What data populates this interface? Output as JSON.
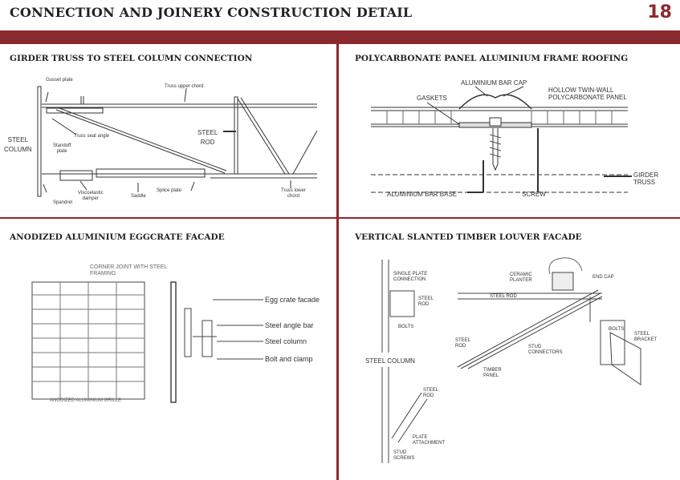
{
  "page": {
    "title": "CONNECTION AND JOINERY CONSTRUCTION DETAIL",
    "number": "18",
    "accent": "#8b2a2e"
  },
  "sections": {
    "girder": {
      "title": "GIRDER TRUSS TO STEEL COLUMN CONNECTION",
      "labels": {
        "gusset": "Gusset plate",
        "upper_chord": "Truss upper chord",
        "steel_column": "STEEL\nCOLUMN",
        "seat_angle": "Truss seat angle",
        "standoff": "Standoff\nplate",
        "steel_rod": "STEEL\nROD",
        "damper": "Viscoelastic\ndamper",
        "saddle": "Saddle",
        "splice": "Splice plate",
        "lower_chord": "Truss lower\nchord",
        "spandrel": "Spandrel"
      }
    },
    "polycarbonate": {
      "title": "POLYCARBONATE PANEL ALUMINIUM FRAME ROOFING",
      "labels": {
        "bar_cap": "ALUMINIUM BAR CAP",
        "gaskets": "GASKETS",
        "hollow_panel": "HOLLOW TWIN-WALL\nPOLYCARBONATE PANEL",
        "girder_truss": "GIRDER\nTRUSS",
        "bar_base": "ALUMINIUM BAR BASE",
        "screw": "SCREW"
      }
    },
    "eggcrate": {
      "title": "ANODIZED ALUMINIUM EGGCRATE FACADE",
      "labels": {
        "corner_joint": "CORNER JOINT WITH STEEL\nFRAMING",
        "grille": "ANODIZED ALUMINIUM GRILLE",
        "egg_crate": "Egg crate facade",
        "angle_bar": "Steel angle bar",
        "steel_column": "Steel column",
        "bolt_clamp": "Bolt and clamp"
      }
    },
    "louver": {
      "title": "VERTICAL SLANTED TIMBER LOUVER FACADE",
      "labels": {
        "single_plate": "SINGLE PLATE\nCONNECTION",
        "steel_rod_1": "STEEL\nROD",
        "bolts_1": "BOLTS",
        "steel_column": "STEEL COLUMN",
        "steel_rod_2": "STEEL\nROD",
        "plate_attachment": "PLATE\nATTACHMENT",
        "stud_screws": "STUD\nSCREWS",
        "ceramic_planter": "CERAMIC\nPLANTER",
        "end_cap": "END CAP",
        "steel_rod_3": "STEEL ROD",
        "steel_rod_4": "STEEL\nROD",
        "stud_connectors": "STUD\nCONNECTORS",
        "timber_panel": "TIMBER\nPANEL",
        "bolts_2": "BOLTS",
        "steel_bracket": "STEEL\nBRACKET"
      }
    }
  }
}
